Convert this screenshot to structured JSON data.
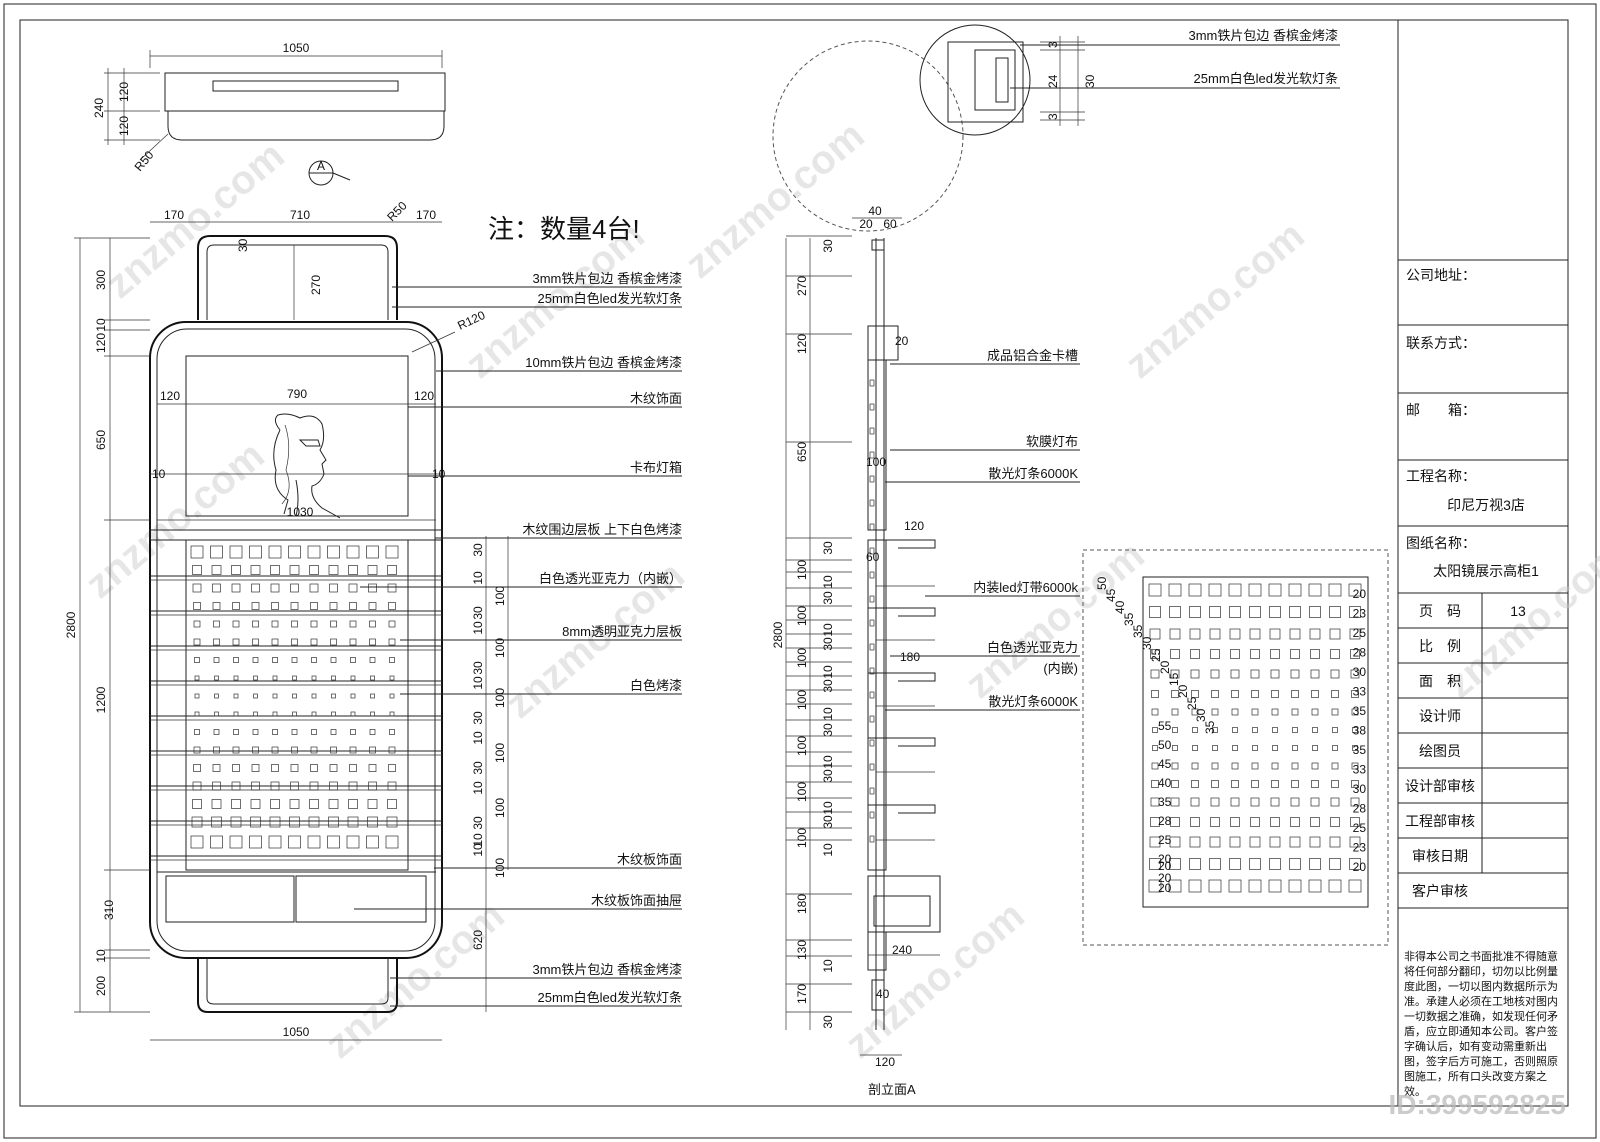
{
  "note": "注：数量4台!",
  "section_mark": "A",
  "front_top_dims": {
    "total": "1050",
    "h_top": "120",
    "h_bot": "120",
    "h_all": "240",
    "radius": "R50"
  },
  "front_dims": {
    "left": "170",
    "mid": "710",
    "right": "170",
    "r_top": "R50",
    "r_body": "R120",
    "side_120a": "120",
    "side_790": "790",
    "side_120b": "120",
    "w_1030": "1030",
    "w_1050": "1050",
    "h_300": "300",
    "h_270": "270",
    "h_30": "30",
    "h_10a": "10",
    "h_120": "120",
    "h_650": "650",
    "h_1200": "1200",
    "h_2800": "2800",
    "h_310": "310",
    "h_620": "620",
    "h_10b": "10",
    "h_200": "200",
    "gap_10": "10"
  },
  "shelf_dims": [
    "30",
    "10",
    "100",
    "30",
    "10",
    "100",
    "30",
    "10",
    "100",
    "30",
    "10",
    "100",
    "30",
    "10",
    "100",
    "30",
    "10",
    "100",
    "30",
    "10",
    "100",
    "30",
    "10",
    "100",
    "30",
    "10",
    "100",
    "10",
    "100"
  ],
  "front_callouts": [
    "3mm铁片包边 香槟金烤漆",
    "25mm白色led发光软灯条",
    "10mm铁片包边 香槟金烤漆",
    "木纹饰面",
    "卡布灯箱",
    "木纹围边层板 上下白色烤漆",
    "白色透光亚克力（内嵌）",
    "8mm透明亚克力层板",
    "白色烤漆",
    "木纹板饰面",
    "木纹板饰面抽屉",
    "3mm铁片包边 香槟金烤漆",
    "25mm白色led发光软灯条"
  ],
  "detail_callouts": [
    "3mm铁片包边 香槟金烤漆",
    "25mm白色led发光软灯条"
  ],
  "detail_dims": [
    "3",
    "24",
    "30",
    "3"
  ],
  "section_callouts": [
    "成品铝合金卡槽",
    "软膜灯布",
    "散光灯条6000K",
    "内装led灯带6000k",
    "白色透光亚克力",
    "(内嵌)",
    "散光灯条6000K"
  ],
  "section_dims": {
    "top": [
      "40",
      "20",
      "60"
    ],
    "w_20": "20",
    "w_100": "100",
    "w_120": "120",
    "w_60": "60",
    "w_180": "180",
    "w_240": "240",
    "w_40b": "40",
    "w_120b": "120",
    "v": [
      "30",
      "270",
      "120",
      "650",
      "30",
      "100",
      "10",
      "30",
      "100",
      "10",
      "30",
      "100",
      "10",
      "30",
      "100",
      "10",
      "30",
      "100",
      "10",
      "30",
      "100",
      "10",
      "30",
      "100",
      "10",
      "180",
      "130",
      "10",
      "170",
      "30"
    ],
    "h_2800": "2800"
  },
  "section_title": "剖立面A",
  "grid_detail": {
    "top_labels": [
      "50",
      "45",
      "40",
      "35",
      "35",
      "30",
      "25",
      "20",
      "15",
      "20",
      "25",
      "30",
      "35"
    ],
    "left_labels": [
      "55",
      "50",
      "45",
      "40",
      "35",
      "28",
      "25",
      "20",
      "20"
    ],
    "right_labels": [
      "20",
      "23",
      "25",
      "28",
      "30",
      "33",
      "35",
      "38",
      "35",
      "33",
      "30",
      "28",
      "25",
      "23",
      "20"
    ],
    "bottom_labels": [
      "20",
      "20"
    ]
  },
  "title_block": {
    "address_label": "公司地址：",
    "contact_label": "联系方式：",
    "email_label": "邮　　箱：",
    "project_label": "工程名称：",
    "project_value": "印尼万视3店",
    "drawing_label": "图纸名称：",
    "drawing_value": "太阳镜展示高柜1",
    "rows": [
      {
        "label": "页　码",
        "value": "13"
      },
      {
        "label": "比　例",
        "value": ""
      },
      {
        "label": "面　积",
        "value": ""
      },
      {
        "label": "设计师",
        "value": ""
      },
      {
        "label": "绘图员",
        "value": ""
      },
      {
        "label": "设计部审核",
        "value": ""
      },
      {
        "label": "工程部审核",
        "value": ""
      },
      {
        "label": "审核日期",
        "value": ""
      },
      {
        "label": "客户审核",
        "value": ""
      }
    ],
    "disclaimer": "非得本公司之书面批准不得随意将任何部分翻印，切勿以比例量度此图，一切以图内数据所示为准。承建人必须在工地核对图内一切数据之准确，如发现任何矛盾，应立即通知本公司。客户签字确认后，如有变动需重新出图，签字后方可施工，否则照原图施工，所有口头改变方案之效。"
  },
  "watermark": "znzmo.com",
  "id_stamp": "ID:399592825"
}
